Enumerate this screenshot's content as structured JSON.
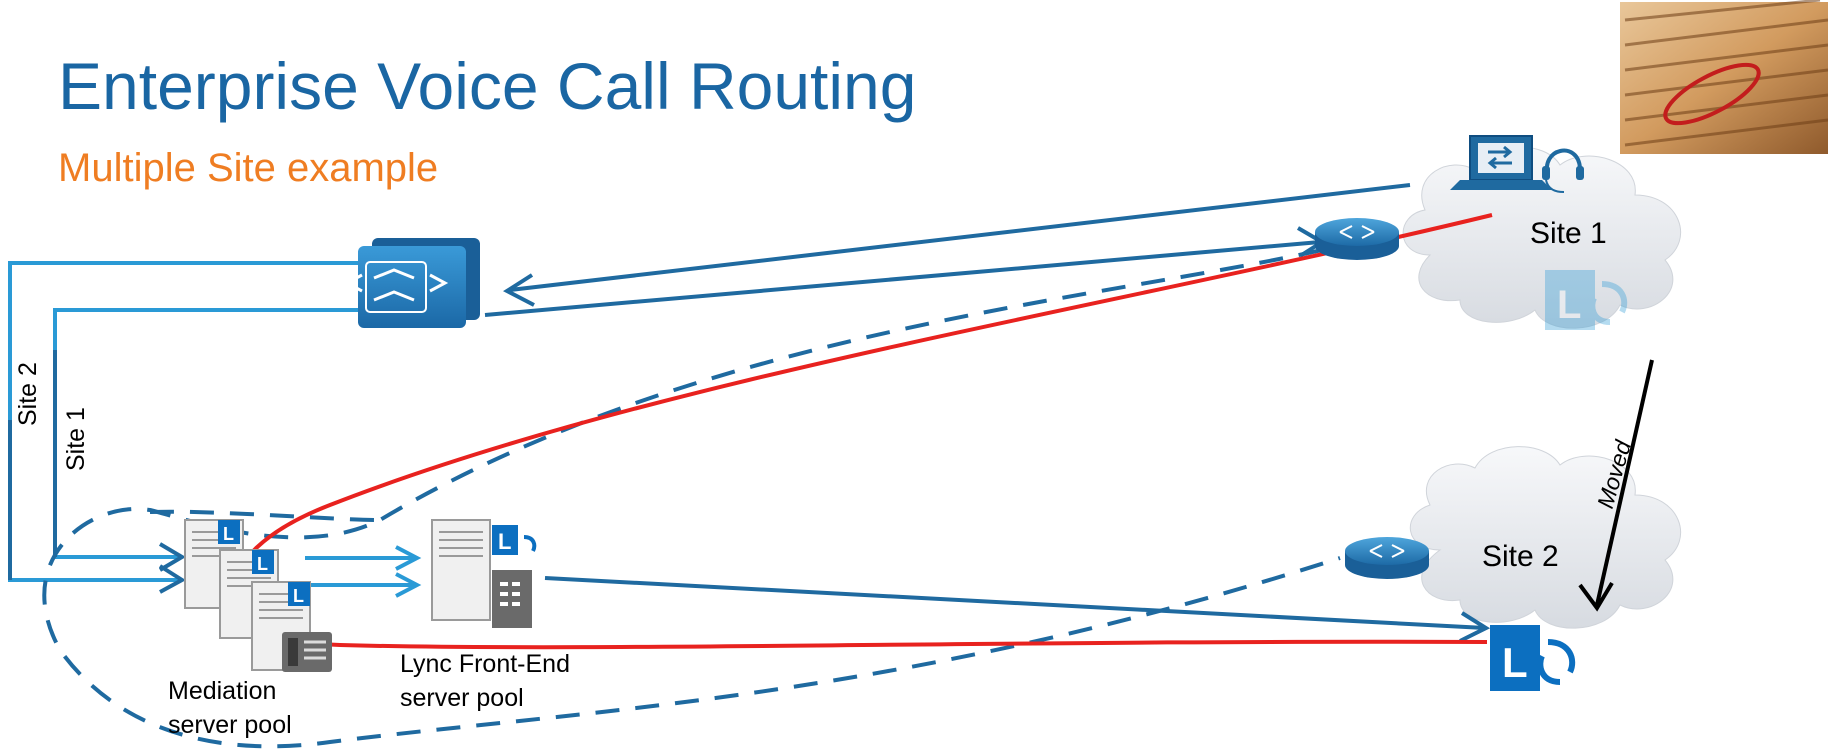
{
  "slide": {
    "title": "Enterprise Voice Call Routing",
    "subtitle": "Multiple Site example"
  },
  "labels": {
    "site1_cloud": "Site 1",
    "site2_cloud": "Site 2",
    "site2_link": "Site 2",
    "site1_link": "Site 1",
    "moved": "Moved",
    "mediation_line1": "Mediation",
    "mediation_line2": "server pool",
    "frontend_line1": "Lync Front-End",
    "frontend_line2": "server pool"
  },
  "colors": {
    "title": "#1a66a3",
    "subtitle": "#ef7d22",
    "dark_blue_line": "#1f6aa0",
    "light_blue_line": "#2a9ad6",
    "red_path": "#e8221f",
    "lync_blue": "#0c6fc0",
    "cloud": "#e6e9ee"
  },
  "icons": [
    "call-manager-icon",
    "router-icon",
    "laptop-icon",
    "headset-icon",
    "lync-icon",
    "server-icon",
    "ip-phone-icon",
    "pbx-icon",
    "cloud-icon",
    "dictionary-photo"
  ]
}
